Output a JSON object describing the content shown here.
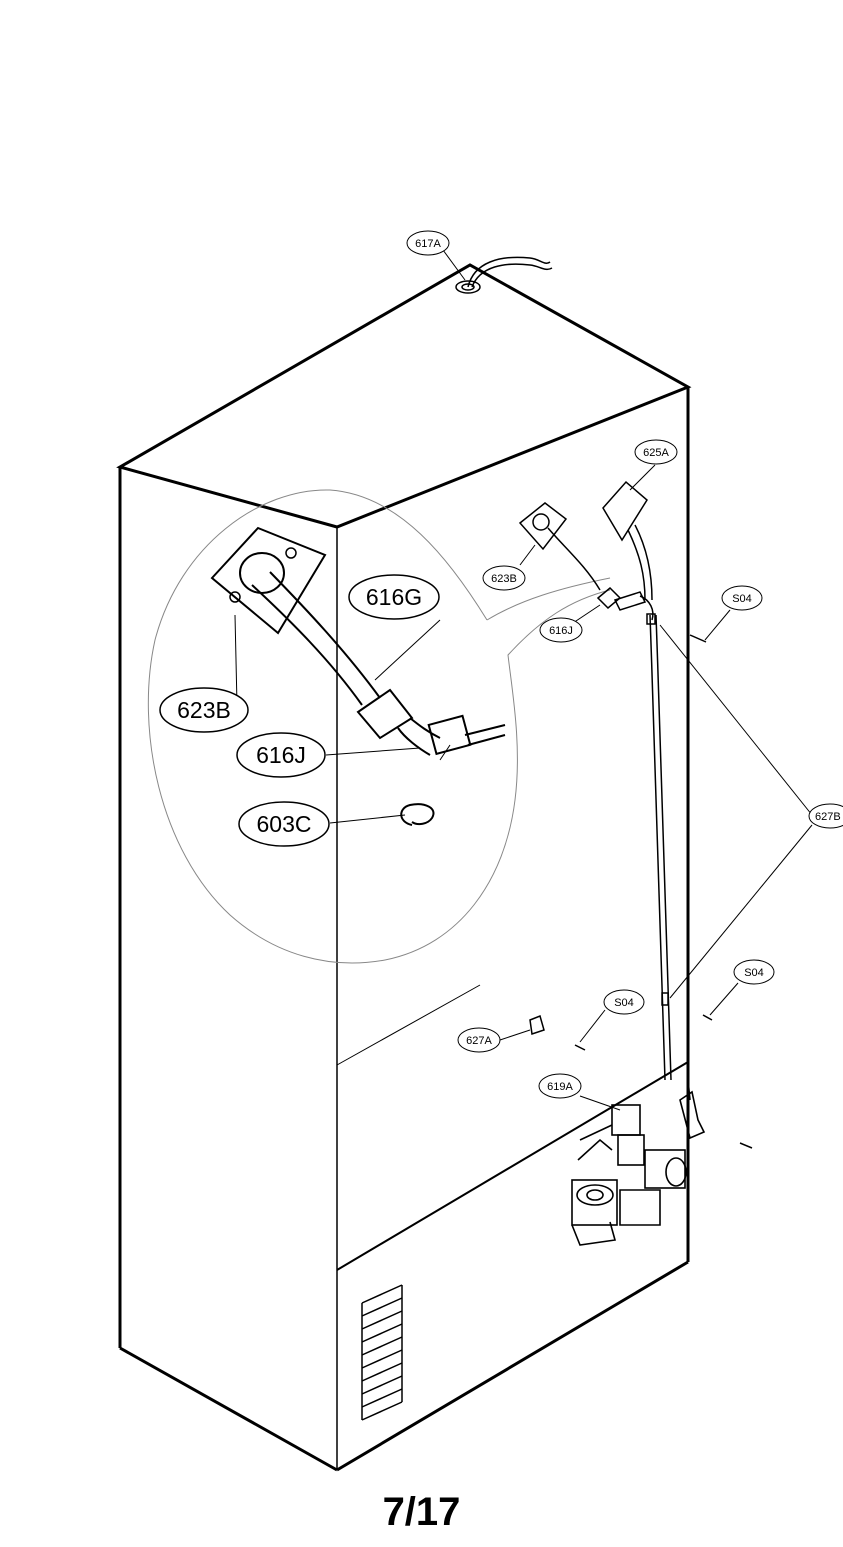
{
  "diagram": {
    "callouts": {
      "c617A": "617A",
      "c625A": "625A",
      "c623B_small": "623B",
      "c616J_small": "616J",
      "cS04_top": "S04",
      "c627B": "627B",
      "cS04_mid": "S04",
      "cS04_low": "S04",
      "c627A": "627A",
      "c619A": "619A",
      "c616G": "616G",
      "c623B_large": "623B",
      "c616J_large": "616J",
      "c603C": "603C"
    }
  },
  "page_number": "7/17"
}
